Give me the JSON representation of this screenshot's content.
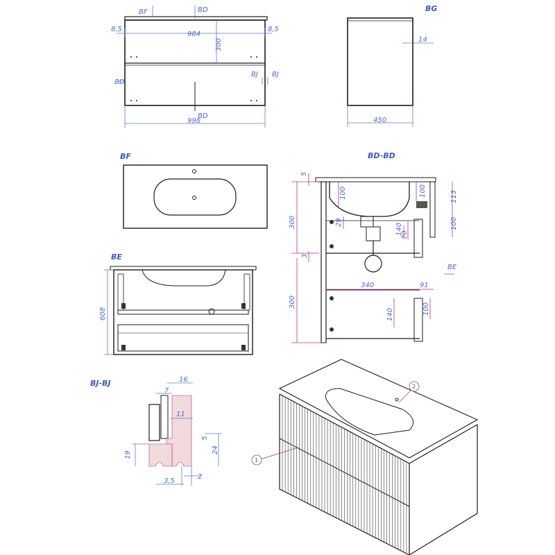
{
  "sections": {
    "bg": "BG",
    "bf": "BF",
    "bd_bd": "BD-BD",
    "be": "BE",
    "bj_bj": "BJ-BJ"
  },
  "markers": {
    "bf": "BF",
    "bd_top": "BD",
    "bd_bottom": "BD",
    "bd_left": "BD",
    "bj_left": "BJ",
    "bj_right": "BJ",
    "be": "BE"
  },
  "dims": {
    "front": {
      "left_margin": "8,5",
      "right_margin": "8,5",
      "inner_width": "984",
      "drawer_height": "300",
      "total_width": "996"
    },
    "side": {
      "top_thickness": "14",
      "depth": "450"
    },
    "be": {
      "height": "608"
    },
    "section": {
      "top_5": "5",
      "sink_100": "100",
      "gap_29": "29",
      "h_300_top": "300",
      "h_3": "3",
      "h_300_bottom": "300",
      "drawer_140_top": "140",
      "drawer_70": "70",
      "right_100_top": "100",
      "right_113": "113",
      "right_100": "100",
      "width_340": "340",
      "width_91": "91",
      "drawer_140_bottom": "140",
      "drawer_100_bottom": "100"
    },
    "detail": {
      "d16": "16",
      "d7": "7",
      "d11": "11",
      "d5": "5",
      "d24": "24",
      "d19": "19",
      "d3_5": "3,5",
      "d2": "2"
    }
  },
  "callouts": {
    "front_panel": "1",
    "sink": "2"
  }
}
